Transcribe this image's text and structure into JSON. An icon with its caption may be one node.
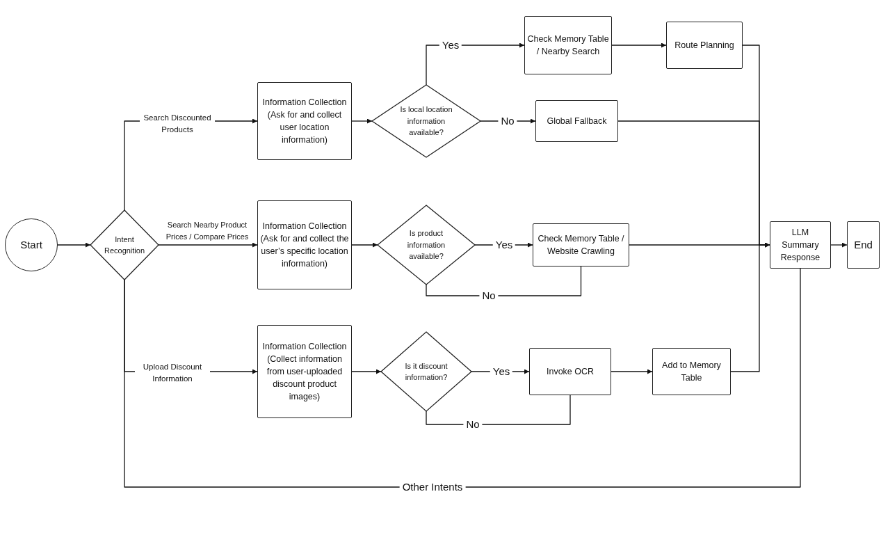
{
  "diagram": {
    "nodes": [
      {
        "text": [
          "Start"
        ]
      },
      {
        "text": [
          "Intent Recognition"
        ]
      },
      {
        "text": [
          "Information Collection (Ask for and collect user location information)"
        ]
      },
      {
        "text": [
          "Is local location information available?"
        ]
      },
      {
        "text": [
          "Check Memory Table / Nearby Search"
        ]
      },
      {
        "text": [
          "Route Planning"
        ]
      },
      {
        "text": [
          "Global Fallback"
        ]
      },
      {
        "text": [
          "Information Collection (Ask for and collect the user’s specific location information)"
        ]
      },
      {
        "text": [
          "Is product information available?"
        ]
      },
      {
        "text": [
          "Check Memory Table / Website Crawling"
        ]
      },
      {
        "text": [
          "Information Collection (Collect information from user-uploaded discount product images)"
        ]
      },
      {
        "text": [
          "Is it discount information?"
        ]
      },
      {
        "text": [
          "Invoke OCR"
        ]
      },
      {
        "text": [
          "Add to Memory Table"
        ]
      },
      {
        "text": [
          "LLM Summary Response"
        ]
      },
      {
        "text": [
          "End"
        ]
      }
    ],
    "edges": [
      {
        "from": 0,
        "to": 1,
        "arrow": "to"
      },
      {
        "from": 1,
        "to": 2,
        "arrow": "to",
        "label": "Search Discounted Products"
      },
      {
        "from": 1,
        "to": 7,
        "arrow": "to",
        "label": "Search Nearby Product Prices / Compare Prices"
      },
      {
        "from": 1,
        "to": 10,
        "arrow": "to",
        "label": "Upload Discount Information"
      },
      {
        "from": 2,
        "to": 3,
        "arrow": "to"
      },
      {
        "from": 3,
        "to": 4,
        "arrow": "to",
        "label": "Yes"
      },
      {
        "from": 3,
        "to": 6,
        "arrow": "to",
        "label": "No"
      },
      {
        "from": 4,
        "to": 5,
        "arrow": "to"
      },
      {
        "from": 5,
        "to": 14,
        "arrow": "to"
      },
      {
        "from": 6,
        "to": 14,
        "arrow": "to"
      },
      {
        "from": 7,
        "to": 8,
        "arrow": "to"
      },
      {
        "from": 8,
        "to": 9,
        "arrow": "to",
        "label": "Yes"
      },
      {
        "from": 8,
        "to": 9,
        "arrow": "none",
        "label": "No"
      },
      {
        "from": 9,
        "to": 14,
        "arrow": "to"
      },
      {
        "from": 10,
        "to": 11,
        "arrow": "to"
      },
      {
        "from": 11,
        "to": 12,
        "arrow": "to",
        "label": "Yes"
      },
      {
        "from": 11,
        "to": 12,
        "arrow": "none",
        "label": "No"
      },
      {
        "from": 12,
        "to": 13,
        "arrow": "to"
      },
      {
        "from": 13,
        "to": 14,
        "arrow": "to"
      },
      {
        "from": 14,
        "to": 15,
        "arrow": "to"
      },
      {
        "from": 1,
        "to": 14,
        "arrow": "none",
        "label": "Other Intents"
      }
    ]
  }
}
